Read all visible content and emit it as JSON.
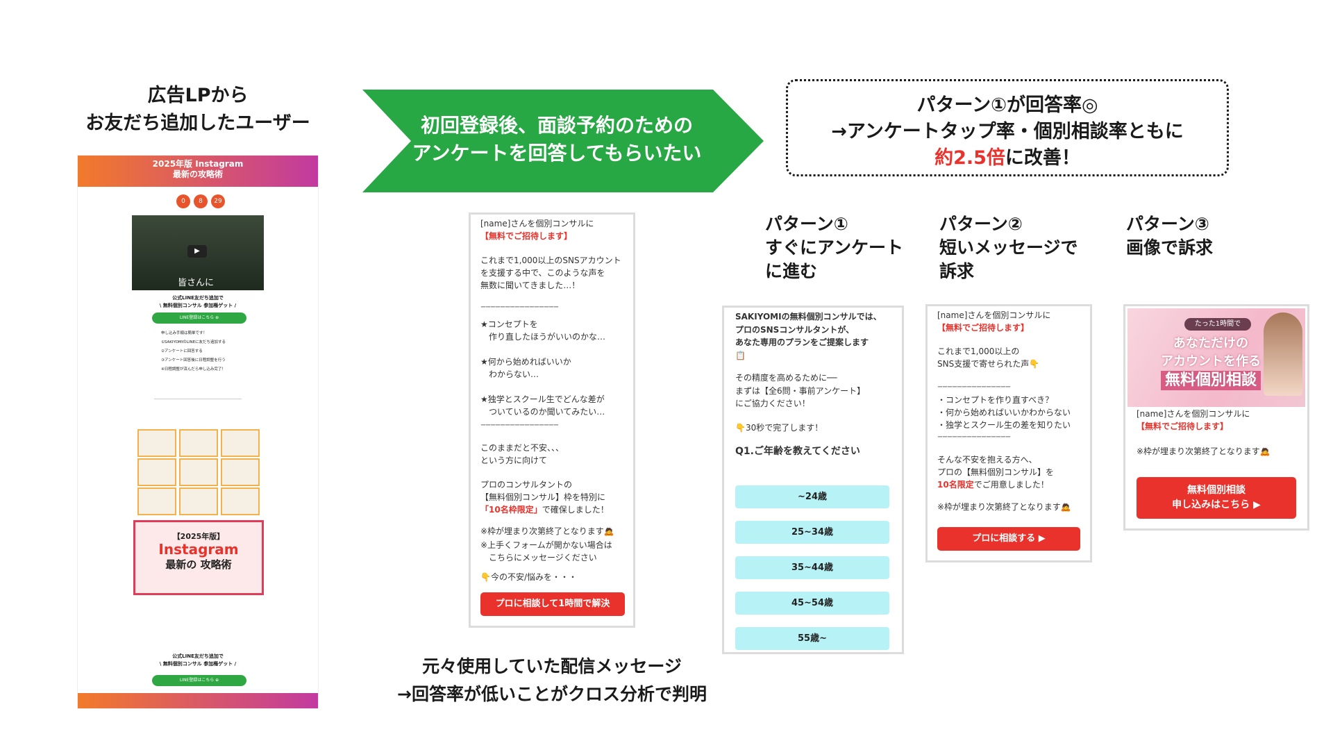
{
  "left": {
    "heading_line1": "広告LPから",
    "heading_line2": "お友だち追加したユーザー",
    "lp": {
      "banner_line1": "2025年版 Instagram",
      "banner_line2": "最新の攻略術",
      "countdown": [
        "0",
        "8",
        "29"
      ],
      "video_caption": "皆さんに",
      "line_title1": "公式LINE友だち追加で",
      "line_title2": "\\ 無料個別コンサル 参加権ゲット /",
      "line_button": "LINE登録はこちら ⊕",
      "steps": [
        "申し込み手順は簡単です！",
        "①SAKIYOMIのLINEに友だち追加する",
        "②アンケートに回答する",
        "③アンケート回答後に日程調整を行う",
        "④日程調整が済んだら申し込み完了！"
      ],
      "poster_year": "【2025年版】",
      "poster_title": "Instagram",
      "poster_sub": "最新の 攻略術",
      "bottom_line1": "公式LINE友だち追加で",
      "bottom_line2": "\\ 無料個別コンサル 参加権ゲット /",
      "bottom_button": "LINE登録はこちら ⊕"
    }
  },
  "arrow": {
    "line1": "初回登録後、面談予約のための",
    "line2": "アンケートを回答してもらいたい"
  },
  "original": {
    "intro_name": "[name]さんを個別コンサルに",
    "intro_red": "【無料でご招待します】",
    "body1": "これまで1,000以上のSNSアカウント\nを支援する中で、このような声を\n無数に聞いてきました…！",
    "divider": "ーーーーーーーーーーーーーーーー",
    "q1": "★コンセプトを\n　作り直したほうがいいのかな…",
    "q2": "★何から始めればいいか\n　わからない…",
    "q3": "★独学とスクール生でどんな差が\n　ついているのか聞いてみたい…",
    "body2": "このままだと不安、、、\nという方に向けて",
    "body3a": "プロのコンサルタントの\n【無料個別コンサル】枠を特別に",
    "body3_red": "「10名枠限定」",
    "body3b": "で確保しました！",
    "note1": "※枠が埋まり次第終了となります🙇",
    "note2": "※上手くフォームが開かない場合は\n　こちらにメッセージください",
    "note3": "👇今の不安/悩みを・・・",
    "button": "プロに相談して1時間で解決",
    "caption_line1": "元々使用していた配信メッセージ",
    "caption_line2": "→回答率が低いことがクロス分析で判明"
  },
  "result": {
    "line1": "パターン①が回答率◎",
    "line2": "→アンケートタップ率・個別相談率ともに",
    "line3_red": "約2.5倍",
    "line3_rest": "に改善！"
  },
  "pattern1": {
    "label": "パターン①\nすぐにアンケート\nに進む",
    "text1": "SAKIYOMIの無料個別コンサルでは、\nプロのSNSコンサルタントが、\nあなた専用のプランをご提案します\n📋",
    "text2": "その精度を高めるために──\nまずは【全6問・事前アンケート】\nにご協力ください！",
    "text3": "👇30秒で完了します！",
    "question": "Q1.ご年齢を教えてください",
    "options": [
      "~24歳",
      "25~34歳",
      "35~44歳",
      "45~54歳",
      "55歳~"
    ]
  },
  "pattern2": {
    "label": "パターン②\n短いメッセージで\n訴求",
    "intro_name": "[name]さんを個別コンサルに",
    "intro_red": "【無料でご招待します】",
    "body1": "これまで1,000以上の\nSNS支援で寄せられた声👇",
    "divider": "ーーーーーーーーーーーーーーー",
    "bullets": "・コンセプトを作り直すべき？\n・何から始めればいいかわからない\n・独学とスクール生の差を知りたい",
    "body2": "そんな不安を抱える方へ、\nプロの【無料個別コンサル】を",
    "body3_red": "10名限定",
    "body3_rest": "でご用意しました！",
    "note": "※枠が埋まり次第終了となります🙇",
    "button": "プロに相談する ▶"
  },
  "pattern3": {
    "label": "パターン③\n画像で訴求",
    "img_tag": "たった1時間で",
    "img_line1": "あなただけの",
    "img_line2": "アカウントを作る",
    "img_line3": "無料個別相談",
    "intro_name": "[name]さんを個別コンサルに",
    "intro_red": "【無料でご招待します】",
    "note": "※枠が埋まり次第終了となります🙇",
    "button_line1": "無料個別相談",
    "button_line2": "申し込みはこちら ▶"
  },
  "colors": {
    "arrow_green": "#28a745",
    "accent_red": "#e8322b",
    "option_cyan": "#b7f3f6"
  }
}
